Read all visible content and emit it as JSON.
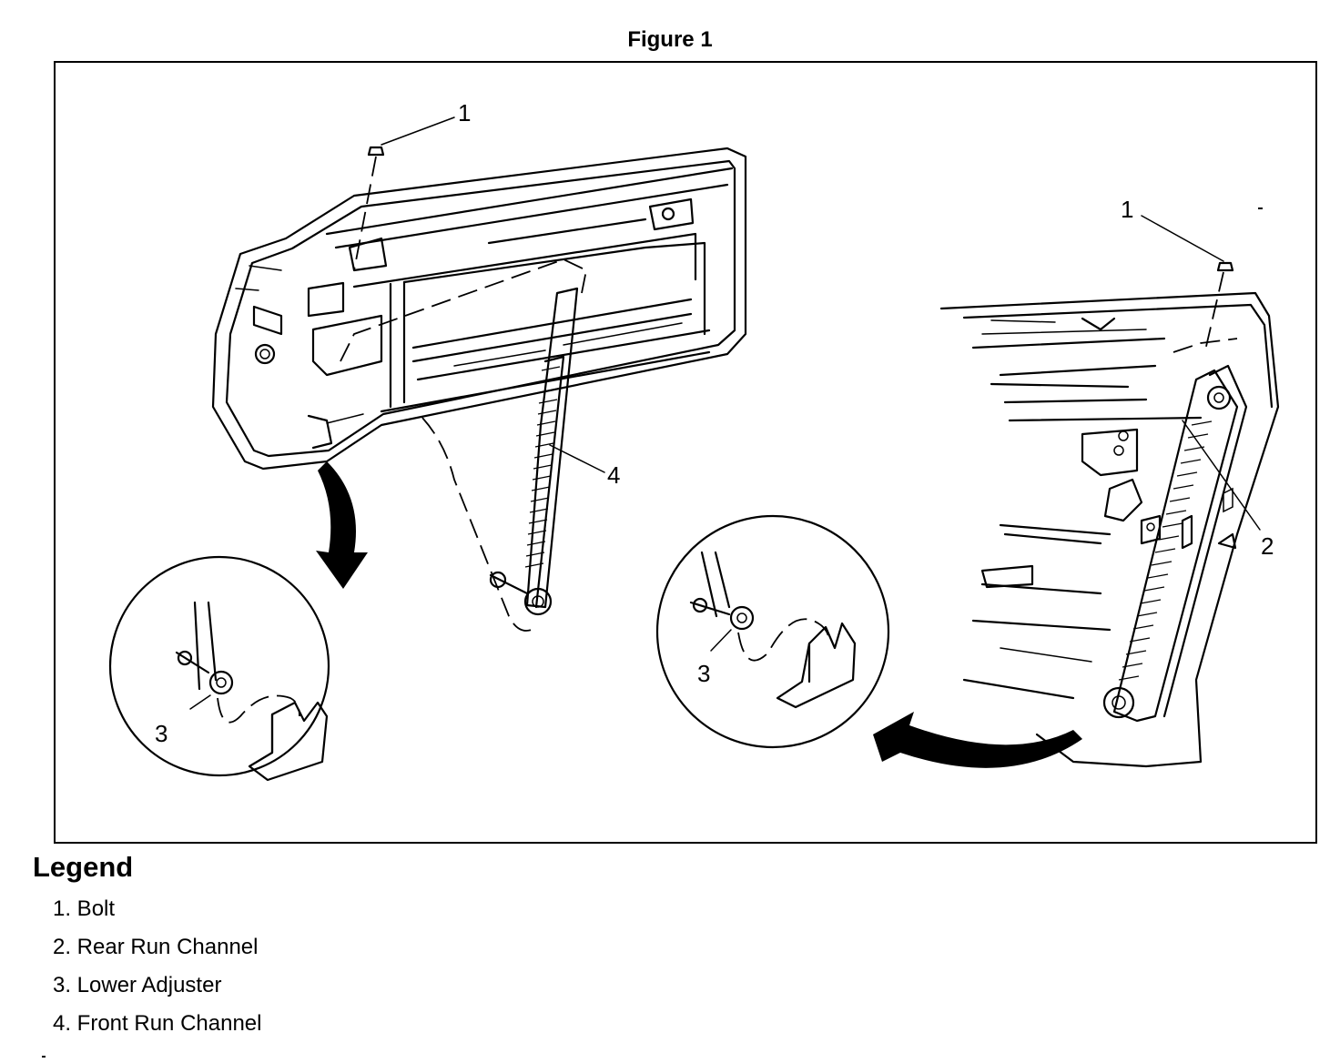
{
  "figure": {
    "title": "Figure 1"
  },
  "callouts": {
    "bolt_left": "1",
    "bolt_right": "1",
    "rear_run_channel": "2",
    "lower_adjuster_left": "3",
    "lower_adjuster_right": "3",
    "front_run_channel": "4"
  },
  "legend": {
    "heading": "Legend",
    "items": [
      "1. Bolt",
      "2. Rear Run Channel",
      "3. Lower Adjuster",
      "4. Front Run Channel"
    ]
  }
}
